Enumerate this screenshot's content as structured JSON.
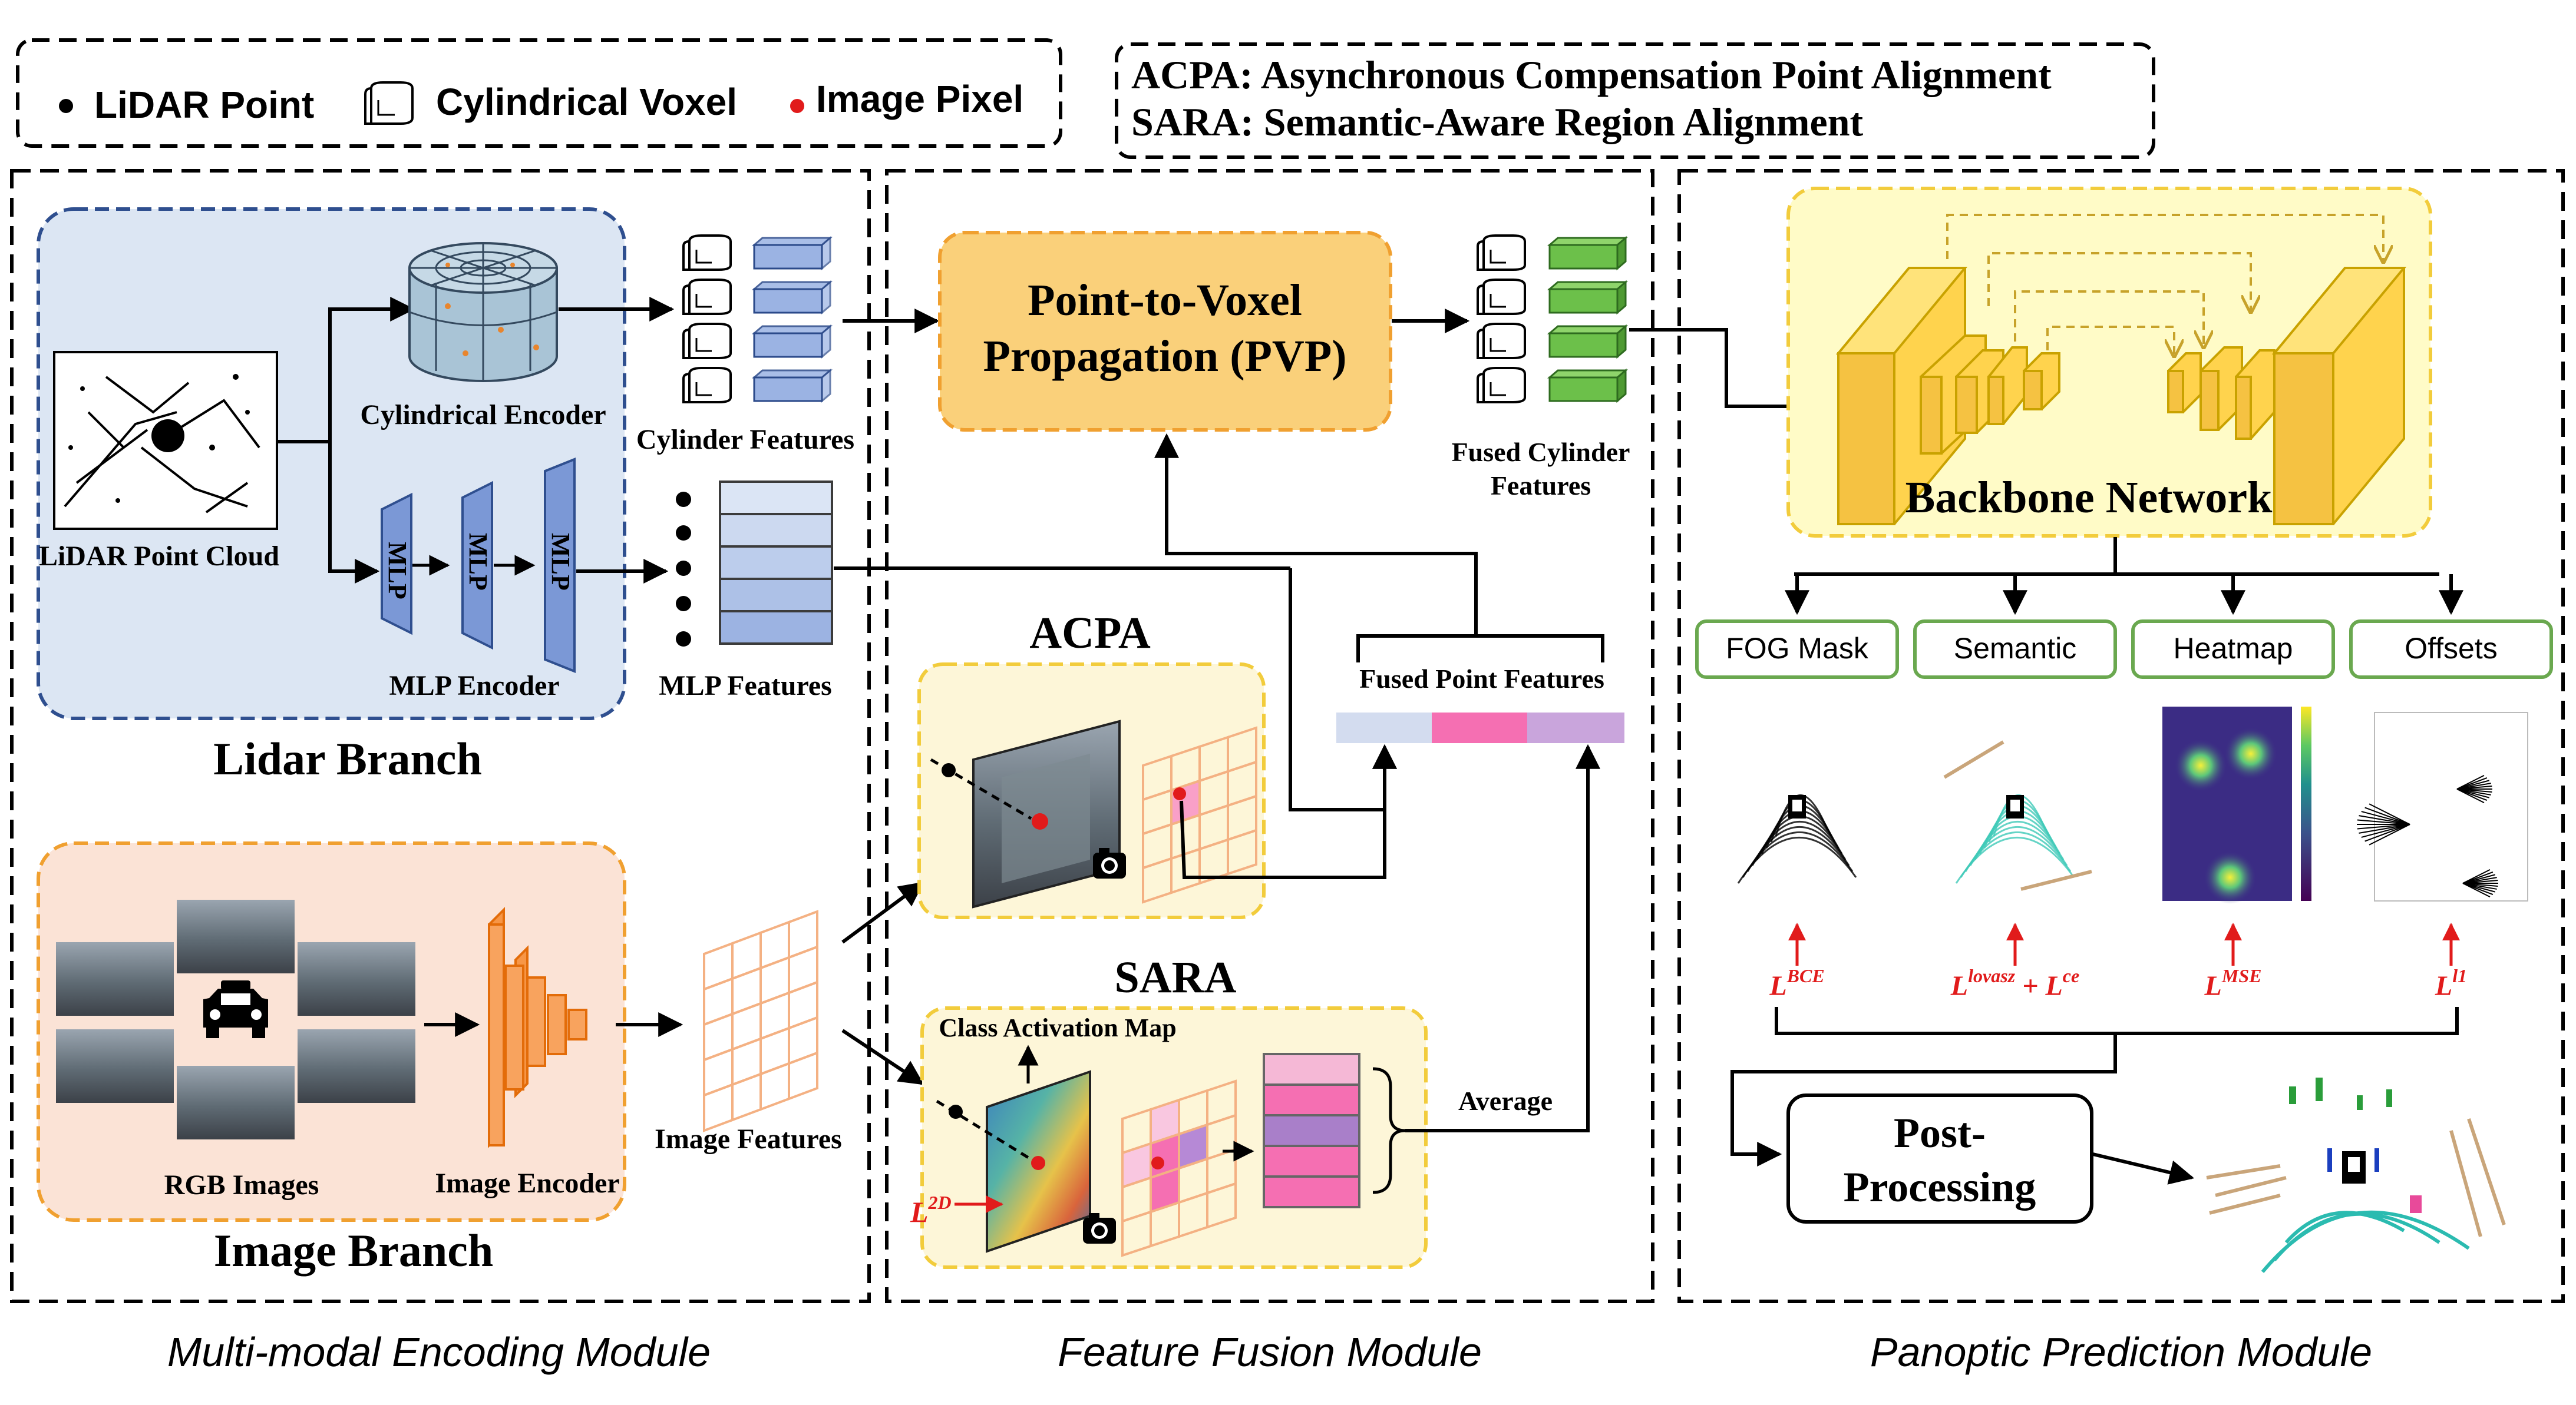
{
  "legend": {
    "lidar_point": "LiDAR Point",
    "cylindrical_voxel": "Cylindrical Voxel",
    "image_pixel": "Image Pixel",
    "acpa_def": "ACPA: Asynchronous Compensation Point Alignment",
    "sara_def": "SARA: Semantic-Aware Region Alignment"
  },
  "encoding_module": {
    "title": "Multi-modal Encoding Module",
    "lidar_branch": "Lidar Branch",
    "image_branch": "Image Branch",
    "lidar_point_cloud": "LiDAR Point Cloud",
    "cylindrical_encoder": "Cylindrical Encoder",
    "cylinder_features": "Cylinder Features",
    "mlp_label": "MLP",
    "mlp_encoder": "MLP Encoder",
    "mlp_features": "MLP Features",
    "rgb_images": "RGB Images",
    "image_encoder": "Image Encoder",
    "image_features": "Image Features"
  },
  "fusion_module": {
    "title": "Feature Fusion Module",
    "pvp_line1": "Point-to-Voxel",
    "pvp_line2": "Propagation (PVP)",
    "fused_cylinder_line1": "Fused Cylinder",
    "fused_cylinder_line2": "Features",
    "fused_point_features": "Fused Point Features",
    "acpa": "ACPA",
    "sara": "SARA",
    "class_activation_map": "Class Activation Map",
    "average": "Average",
    "loss_2d_base": "L",
    "loss_2d_sup": "2D"
  },
  "prediction_module": {
    "title": "Panoptic Prediction Module",
    "backbone": "Backbone Network",
    "heads": [
      {
        "label": "FOG Mask",
        "loss": "L",
        "loss_sup": "BCE"
      },
      {
        "label": "Semantic",
        "loss": "L",
        "loss_sup": "lovasz",
        "loss_extra": " + L",
        "loss_extra_sup": "ce"
      },
      {
        "label": "Heatmap",
        "loss": "L",
        "loss_sup": "MSE"
      },
      {
        "label": "Offsets",
        "loss": "L",
        "loss_sup": "l1"
      }
    ],
    "post_line1": "Post-",
    "post_line2": "Processing"
  },
  "colors": {
    "lidar_bg": "#dce6f3",
    "lidar_border": "#2f4f8f",
    "image_bg": "#fbe3d6",
    "image_border": "#f0a030",
    "pvp_fill": "#fad07a",
    "yellow_box": "#fdf6d8",
    "yellow_border": "#f2cc3c",
    "backbone_fill": "#fffbc7",
    "head_border": "#6aa84f",
    "loss_red": "#e11b1b",
    "cyl_feature": "#9bb3e3",
    "fused_feature": "#6cc04a",
    "fused_blue": "#d3dcef",
    "fused_pink": "#f56fb2",
    "fused_purple": "#c9a5dc"
  }
}
